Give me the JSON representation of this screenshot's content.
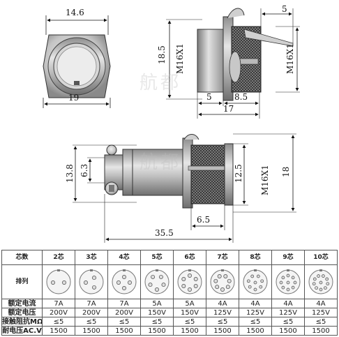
{
  "dimensions": {
    "front_width_top": "14.6",
    "front_width_bottom": "19",
    "side_height_left": "18.5",
    "side_thread_left": "M16X1",
    "side_top_small": "5",
    "side_thread_right": "M16X1",
    "side_bottom_5": "5",
    "side_bottom_85": "8.5",
    "side_total_17": "17",
    "plug_height_138": "13.8",
    "plug_height_63": "6.3",
    "plug_height_125": "12.5",
    "plug_thread": "M16X1",
    "plug_height_18": "18",
    "plug_len_65": "6.5",
    "plug_len_355": "35.5"
  },
  "table": {
    "header_label": "芯数",
    "columns": [
      "2芯",
      "3芯",
      "4芯",
      "5芯",
      "6芯",
      "7芯",
      "8芯",
      "9芯",
      "10芯"
    ],
    "pin_counts": [
      2,
      3,
      4,
      5,
      6,
      7,
      8,
      9,
      10
    ],
    "arrangement_label": "排列",
    "rows": [
      {
        "label": "额定电流",
        "values": [
          "7A",
          "7A",
          "7A",
          "5A",
          "5A",
          "4A",
          "4A",
          "4A",
          "4A"
        ]
      },
      {
        "label": "额定电压",
        "values": [
          "200V",
          "200V",
          "200V",
          "150V",
          "150V",
          "125V",
          "125V",
          "125V",
          "125V"
        ]
      },
      {
        "label": "接触阻抗MΩ",
        "values": [
          "≤5",
          "≤5",
          "≤5",
          "≤5",
          "≤5",
          "≤5",
          "≤5",
          "≤5",
          "≤5"
        ]
      },
      {
        "label": "耐电压AC.V",
        "values": [
          "1500",
          "1500",
          "1500",
          "1500",
          "1500",
          "1500",
          "1500",
          "1500",
          "1500"
        ]
      }
    ]
  },
  "watermark": "航都"
}
